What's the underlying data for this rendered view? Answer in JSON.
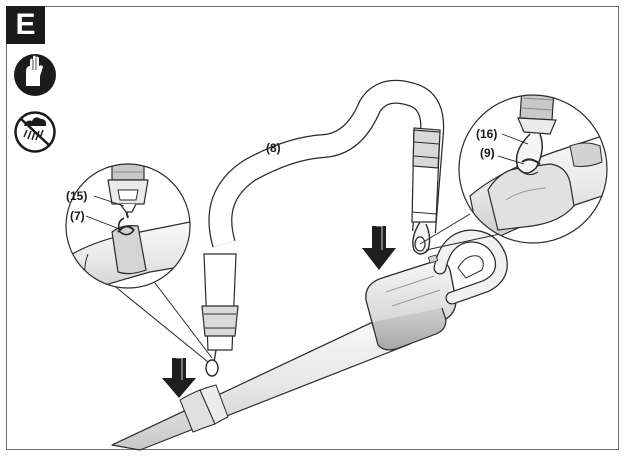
{
  "figure": {
    "badge_letter": "E",
    "callouts": {
      "strap": "(8)",
      "left_hook": "(15)",
      "left_eyelet": "(7)",
      "right_hook": "(16)",
      "right_eyelet": "(9)"
    },
    "icons": [
      "wear-gloves-icon",
      "do-not-expose-to-rain-icon"
    ],
    "colors": {
      "badge": "#1b1b1b",
      "arrow": "#1e1e1e",
      "tool_shade": "#d8d8d8",
      "line": "#2a2a2a"
    }
  }
}
